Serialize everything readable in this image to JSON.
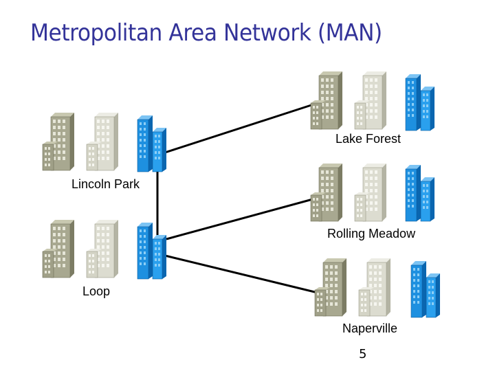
{
  "slide": {
    "title": "Metropolitan Area Network (MAN)",
    "page_number": "5"
  },
  "sites": [
    {
      "id": "lincoln-park",
      "label": "Lincoln Park"
    },
    {
      "id": "loop",
      "label": "Loop"
    },
    {
      "id": "lake-forest",
      "label": "Lake Forest"
    },
    {
      "id": "rolling-meadow",
      "label": "Rolling Meadow"
    },
    {
      "id": "naperville",
      "label": "Naperville"
    }
  ],
  "links": [
    {
      "from": "Lincoln Park",
      "to": "Lake Forest"
    },
    {
      "from": "Lincoln Park",
      "to": "Loop"
    },
    {
      "from": "Loop",
      "to": "Rolling Meadow"
    },
    {
      "from": "Loop",
      "to": "Naperville"
    }
  ],
  "colors": {
    "title": "#333399",
    "building_gray": "#a8a88c",
    "building_light": "#d8d8cc",
    "building_blue": "#1e90e0",
    "link": "#000000"
  }
}
